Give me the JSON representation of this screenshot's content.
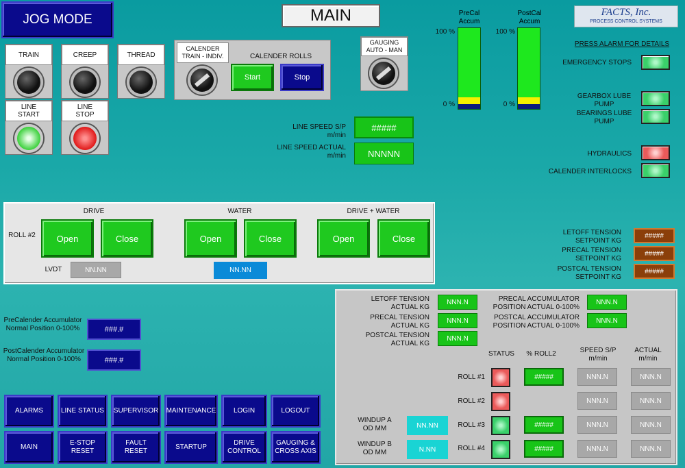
{
  "header": {
    "mode_label": "JOG MODE",
    "title": "MAIN",
    "logo_text": "FACTS, Inc.",
    "logo_sub": "PROCESS CONTROL SYSTEMS"
  },
  "pushbuttons": {
    "train": "TRAIN",
    "creep": "CREEP",
    "thread": "THREAD",
    "line_start": "LINE START",
    "line_stop": "LINE STOP"
  },
  "calender": {
    "selector": "CALENDER TRAIN - INDIV.",
    "rolls_label": "CALENDER ROLLS",
    "start": "Start",
    "stop": "Stop"
  },
  "gauging": {
    "selector": "GAUGING AUTO - MAN"
  },
  "accum": {
    "precal": "PreCal Accum",
    "postcal": "PostCal Accum",
    "max": "100 %",
    "min": "0 %",
    "precal_level": 0.14,
    "postcal_level": 0.14
  },
  "line_speed": {
    "sp_label": "LINE SPEED S/P m/min",
    "sp_value": "#####",
    "actual_label": "LINE SPEED ACTUAL m/min",
    "actual_value": "NNNNN"
  },
  "alarms": {
    "header": "PRESS ALARM FOR DETAILS",
    "emergency": "EMERGENCY STOPS",
    "gearbox": "GEARBOX LUBE PUMP",
    "bearings": "BEARINGS LUBE PUMP",
    "hydraulics": "HYDRAULICS",
    "interlocks": "CALENDER INTERLOCKS"
  },
  "roll_panel": {
    "roll": "ROLL #2",
    "drive": "DRIVE",
    "water": "WATER",
    "drive_water": "DRIVE + WATER",
    "open": "Open",
    "close": "Close",
    "lvdt": "LVDT",
    "lvdt_value": "NN.NN",
    "water_value": "NN.NN"
  },
  "tension_sp": {
    "letoff": "LETOFF TENSION SETPOINT KG",
    "precal": "PRECAL TENSION SETPOINT KG",
    "postcal": "POSTCAL TENSION SETPOINT KG",
    "value": "#####"
  },
  "accum_pos": {
    "pre": "PreCalender Accumulator Normal Position 0-100%",
    "post": "PostCalender Accumulator Normal Position 0-100%",
    "value": "###.#"
  },
  "status_panel": {
    "letoff": "LETOFF TENSION ACTUAL KG",
    "precal": "PRECAL TENSION ACTUAL KG",
    "postcal": "POSTCAL TENSION ACTUAL KG",
    "precal_acc": "PRECAL ACCUMULATOR POSITION ACTUAL 0-100%",
    "postcal_acc": "POSTCAL ACCUMULATOR POSITION ACTUAL 0-100%",
    "nnn": "NNN.N",
    "status": "STATUS",
    "pct_roll2": "% ROLL2",
    "speed_sp": "SPEED S/P m/min",
    "actual": "ACTUAL m/min",
    "roll1": "ROLL #1",
    "roll2": "ROLL #2",
    "roll3": "ROLL #3",
    "roll4": "ROLL #4",
    "hash": "#####",
    "windup_a": "WINDUP A OD MM",
    "windup_b": "WINDUP B OD MM",
    "windup_a_value": "NN.NN",
    "windup_b_value": "N.NN"
  },
  "nav": {
    "alarms": "ALARMS",
    "line_status": "LINE STATUS",
    "supervisor": "SUPERVISOR",
    "maintenance": "MAINTENANCE",
    "login": "LOGIN",
    "logout": "LOGOUT",
    "main": "MAIN",
    "estop": "E-STOP RESET",
    "fault": "FAULT RESET",
    "startup": "STARTUP",
    "drive_control": "DRIVE CONTROL",
    "gauging": "GAUGING & CROSS AXIS"
  }
}
